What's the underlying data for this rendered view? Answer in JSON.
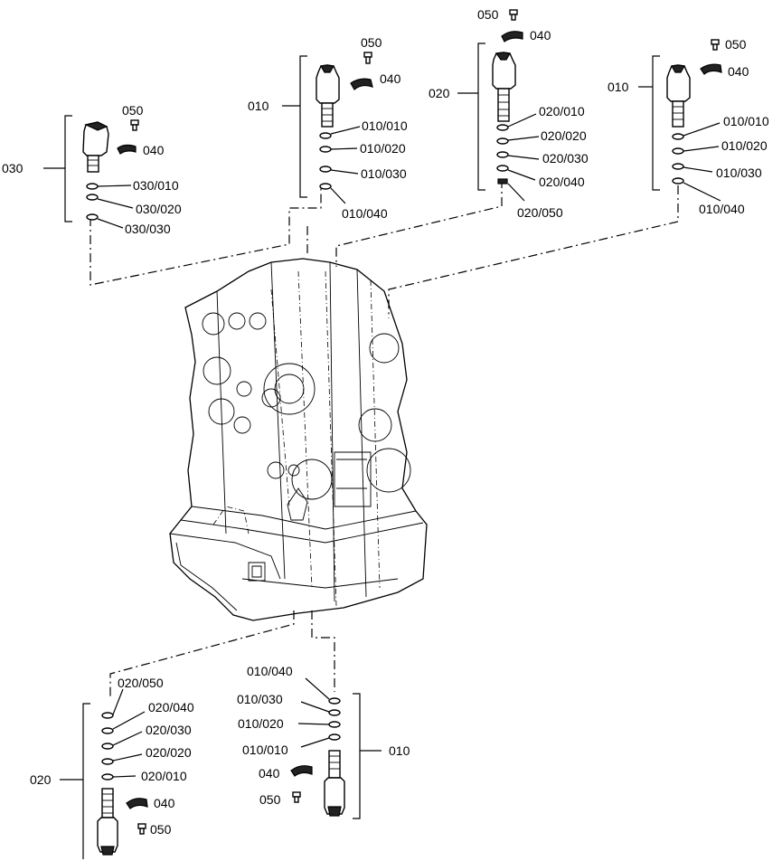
{
  "groups": {
    "g030_top": {
      "label": "030",
      "items": [
        {
          "code": "050",
          "icon": "bolt-icon"
        },
        {
          "code": "040",
          "icon": "clip-icon"
        },
        {
          "code": "030/010",
          "icon": "o-ring-icon"
        },
        {
          "code": "030/020",
          "icon": "o-ring-icon"
        },
        {
          "code": "030/030",
          "icon": "o-ring-icon"
        }
      ]
    },
    "g010_top_left": {
      "label": "010",
      "items": [
        {
          "code": "050",
          "icon": "bolt-icon"
        },
        {
          "code": "040",
          "icon": "clip-icon"
        },
        {
          "code": "010/010",
          "icon": "o-ring-icon"
        },
        {
          "code": "010/020",
          "icon": "o-ring-icon"
        },
        {
          "code": "010/030",
          "icon": "o-ring-icon"
        },
        {
          "code": "010/040",
          "icon": "o-ring-icon"
        }
      ]
    },
    "g020_top": {
      "label": "020",
      "items": [
        {
          "code": "050",
          "icon": "bolt-icon"
        },
        {
          "code": "040",
          "icon": "clip-icon"
        },
        {
          "code": "020/010",
          "icon": "o-ring-icon"
        },
        {
          "code": "020/020",
          "icon": "o-ring-icon"
        },
        {
          "code": "020/030",
          "icon": "o-ring-icon"
        },
        {
          "code": "020/040",
          "icon": "o-ring-icon"
        },
        {
          "code": "020/050",
          "icon": "o-ring-icon"
        }
      ]
    },
    "g010_top_right": {
      "label": "010",
      "items": [
        {
          "code": "050",
          "icon": "bolt-icon"
        },
        {
          "code": "040",
          "icon": "clip-icon"
        },
        {
          "code": "010/010",
          "icon": "o-ring-icon"
        },
        {
          "code": "010/020",
          "icon": "o-ring-icon"
        },
        {
          "code": "010/030",
          "icon": "o-ring-icon"
        },
        {
          "code": "010/040",
          "icon": "o-ring-icon"
        }
      ]
    },
    "g020_bottom": {
      "label": "020",
      "items": [
        {
          "code": "020/050",
          "icon": "o-ring-icon"
        },
        {
          "code": "020/040",
          "icon": "o-ring-icon"
        },
        {
          "code": "020/030",
          "icon": "o-ring-icon"
        },
        {
          "code": "020/020",
          "icon": "o-ring-icon"
        },
        {
          "code": "020/010",
          "icon": "o-ring-icon"
        },
        {
          "code": "040",
          "icon": "clip-icon"
        },
        {
          "code": "050",
          "icon": "bolt-icon"
        }
      ]
    },
    "g010_bottom": {
      "label": "010",
      "items": [
        {
          "code": "010/040",
          "icon": "o-ring-icon"
        },
        {
          "code": "010/030",
          "icon": "o-ring-icon"
        },
        {
          "code": "010/020",
          "icon": "o-ring-icon"
        },
        {
          "code": "010/010",
          "icon": "o-ring-icon"
        },
        {
          "code": "040",
          "icon": "clip-icon"
        },
        {
          "code": "050",
          "icon": "bolt-icon"
        }
      ]
    }
  }
}
